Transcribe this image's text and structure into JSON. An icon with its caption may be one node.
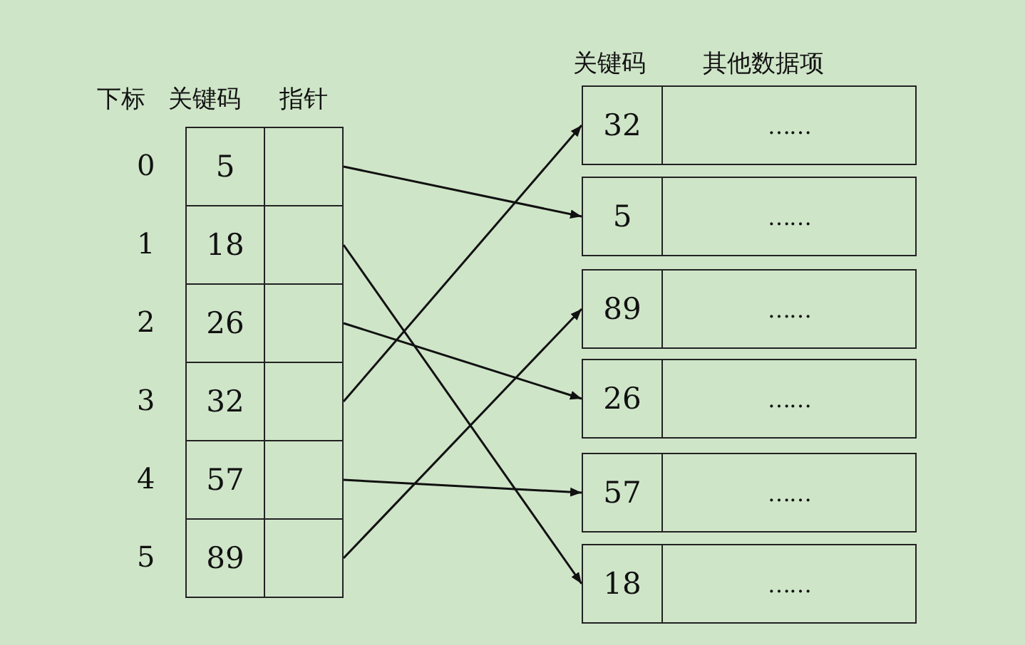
{
  "diagram": {
    "nodes": [
      {
        "text": [
          "5"
        ]
      },
      {
        "text": [
          "18"
        ]
      },
      {
        "text": [
          "26"
        ]
      },
      {
        "text": [
          "32"
        ]
      },
      {
        "text": [
          "57"
        ]
      },
      {
        "text": [
          "89"
        ]
      },
      {
        "text": [],
        "shape": "box"
      },
      {
        "text": [],
        "shape": "box"
      },
      {
        "text": [],
        "shape": "box"
      },
      {
        "text": [],
        "shape": "box"
      },
      {
        "text": [],
        "shape": "box"
      },
      {
        "text": [],
        "shape": "box"
      },
      {
        "text": [
          "32"
        ]
      },
      {
        "text": [
          "……"
        ]
      },
      {
        "text": [
          "5"
        ]
      },
      {
        "text": [
          "……"
        ]
      },
      {
        "text": [
          "89"
        ]
      },
      {
        "text": [
          "……"
        ]
      },
      {
        "text": [
          "26"
        ]
      },
      {
        "text": [
          "……"
        ]
      },
      {
        "text": [
          "57"
        ]
      },
      {
        "text": [
          "……"
        ]
      },
      {
        "text": [
          "18"
        ]
      },
      {
        "text": [
          "……"
        ]
      }
    ],
    "edges": [
      {
        "from": 6,
        "to": 14,
        "arrow": "to"
      },
      {
        "from": 7,
        "to": 22,
        "arrow": "to"
      },
      {
        "from": 8,
        "to": 18,
        "arrow": "to"
      },
      {
        "from": 9,
        "to": 12,
        "arrow": "to"
      },
      {
        "from": 10,
        "to": 20,
        "arrow": "to"
      },
      {
        "from": 11,
        "to": 16,
        "arrow": "to"
      }
    ],
    "labels": [
      "关键码",
      "其他数据项",
      "下标",
      "关键码",
      "指针",
      "0",
      "1",
      "2",
      "3",
      "4",
      "5"
    ]
  }
}
